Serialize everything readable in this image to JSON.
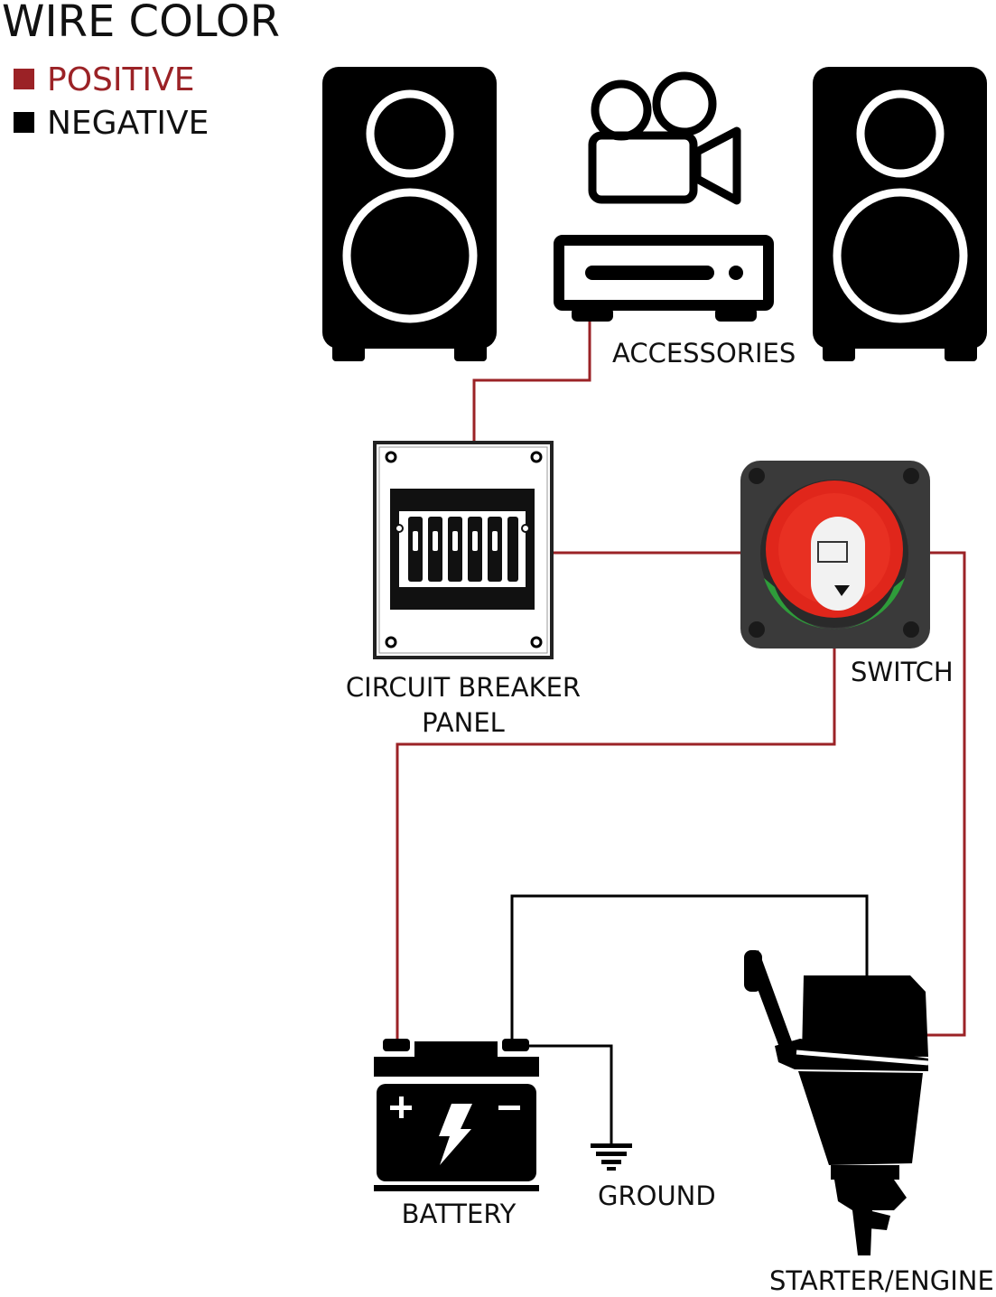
{
  "legend": {
    "title": "WIRE COLOR",
    "items": [
      {
        "label": "POSITIVE",
        "color": "#9b2226"
      },
      {
        "label": "NEGATIVE",
        "color": "#000000"
      }
    ]
  },
  "components": {
    "speaker_left": {
      "icon": "speaker-icon"
    },
    "projector": {
      "icon": "movie-camera-icon"
    },
    "speaker_right": {
      "icon": "speaker-icon"
    },
    "accessories": {
      "label": "ACCESSORIES",
      "icon": "media-player-icon"
    },
    "circuit_breaker": {
      "label_line1": "CIRCUIT BREAKER",
      "label_line2": "PANEL",
      "icon": "breaker-panel-icon"
    },
    "switch": {
      "label": "SWITCH",
      "icon": "battery-switch-icon"
    },
    "battery": {
      "label": "BATTERY",
      "icon": "battery-icon"
    },
    "ground": {
      "label": "GROUND",
      "icon": "ground-icon"
    },
    "engine": {
      "label": "STARTER/ENGINE",
      "icon": "outboard-motor-icon"
    }
  },
  "colors": {
    "positive_wire": "#9b2226",
    "negative_wire": "#000000",
    "switch_body": "#3a3a3a",
    "switch_knob": "#e0261b",
    "switch_green": "#2e9c3a"
  }
}
